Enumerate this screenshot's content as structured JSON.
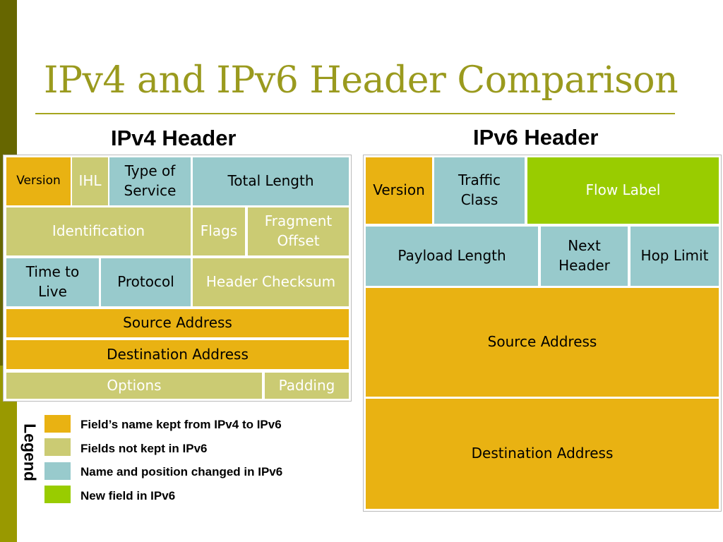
{
  "title": "IPv4 and IPv6 Header Comparison",
  "colors": {
    "kept": "#e9b212",
    "not_kept": "#cbcb73",
    "changed": "#98cacc",
    "new": "#99cc00",
    "title": "#9a9a1e",
    "sidebar_dark": "#666600",
    "sidebar_light": "#999900"
  },
  "ipv4": {
    "heading": "IPv4 Header",
    "fields": {
      "version": "Version",
      "ihl": "IHL",
      "tos": "Type of\nService",
      "total_length": "Total Length",
      "identification": "Identification",
      "flags": "Flags",
      "fragment_offset": "Fragment\nOffset",
      "ttl": "Time to\nLive",
      "protocol": "Protocol",
      "checksum": "Header Checksum",
      "source": "Source Address",
      "destination": "Destination Address",
      "options": "Options",
      "padding": "Padding"
    }
  },
  "ipv6": {
    "heading": "IPv6 Header",
    "fields": {
      "version": "Version",
      "traffic_class": "Traffic\nClass",
      "flow_label": "Flow Label",
      "payload_length": "Payload Length",
      "next_header": "Next\nHeader",
      "hop_limit": "Hop Limit",
      "source": "Source Address",
      "destination": "Destination Address"
    }
  },
  "legend": {
    "title": "Legend",
    "items": [
      {
        "label": "Field’s name kept from IPv4 to IPv6",
        "color": "#e9b212"
      },
      {
        "label": "Fields not kept in IPv6",
        "color": "#cbcb73"
      },
      {
        "label": "Name and position changed in IPv6",
        "color": "#98cacc"
      },
      {
        "label": "New field in IPv6",
        "color": "#99cc00"
      }
    ]
  }
}
